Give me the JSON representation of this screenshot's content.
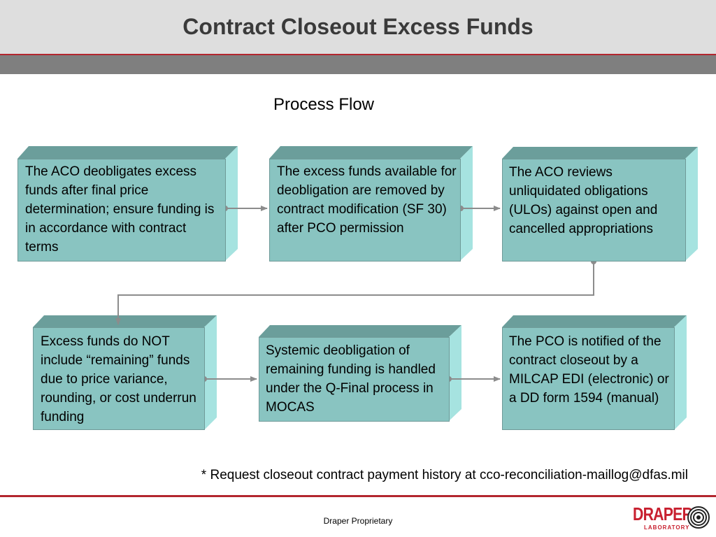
{
  "header": {
    "title": "Contract Closeout Excess Funds"
  },
  "diagram": {
    "subtitle": "Process Flow",
    "steps": [
      {
        "text": "The ACO deobligates excess funds after final price determination; ensure funding is in accordance with contract terms"
      },
      {
        "text": "The excess funds available for deobligation are removed by contract modification (SF 30) after PCO permission"
      },
      {
        "text": "The ACO reviews unliquidated obligations (ULOs) against open and cancelled appropriations"
      },
      {
        "text": "Excess funds do NOT include “remaining” funds due to price variance, rounding, or cost underrun funding"
      },
      {
        "text": "Systemic deobligation of remaining funding is handled under the Q-Final process in MOCAS"
      },
      {
        "text": "The PCO is notified of the contract closeout by a MILCAP EDI (electronic) or a DD form 1594 (manual)"
      }
    ],
    "edges": [
      {
        "from": 1,
        "to": 2
      },
      {
        "from": 2,
        "to": 3
      },
      {
        "from": 3,
        "to": 4
      },
      {
        "from": 4,
        "to": 5
      },
      {
        "from": 5,
        "to": 6
      }
    ],
    "footnote": "* Request closeout contract payment history at cco-reconciliation-maillog@dfas.mil"
  },
  "footer": {
    "text": "Draper Proprietary",
    "logo_text": "DRAPER",
    "logo_subtext": "LABORATORY"
  },
  "colors": {
    "title_bar": "#dedede",
    "accent_red": "#b3262e",
    "band_gray": "#7f7f7f",
    "block_face": "#89c4c1",
    "block_top": "#6b9e9b",
    "block_side": "#a6e3e0",
    "connector": "#8c8c8c"
  }
}
